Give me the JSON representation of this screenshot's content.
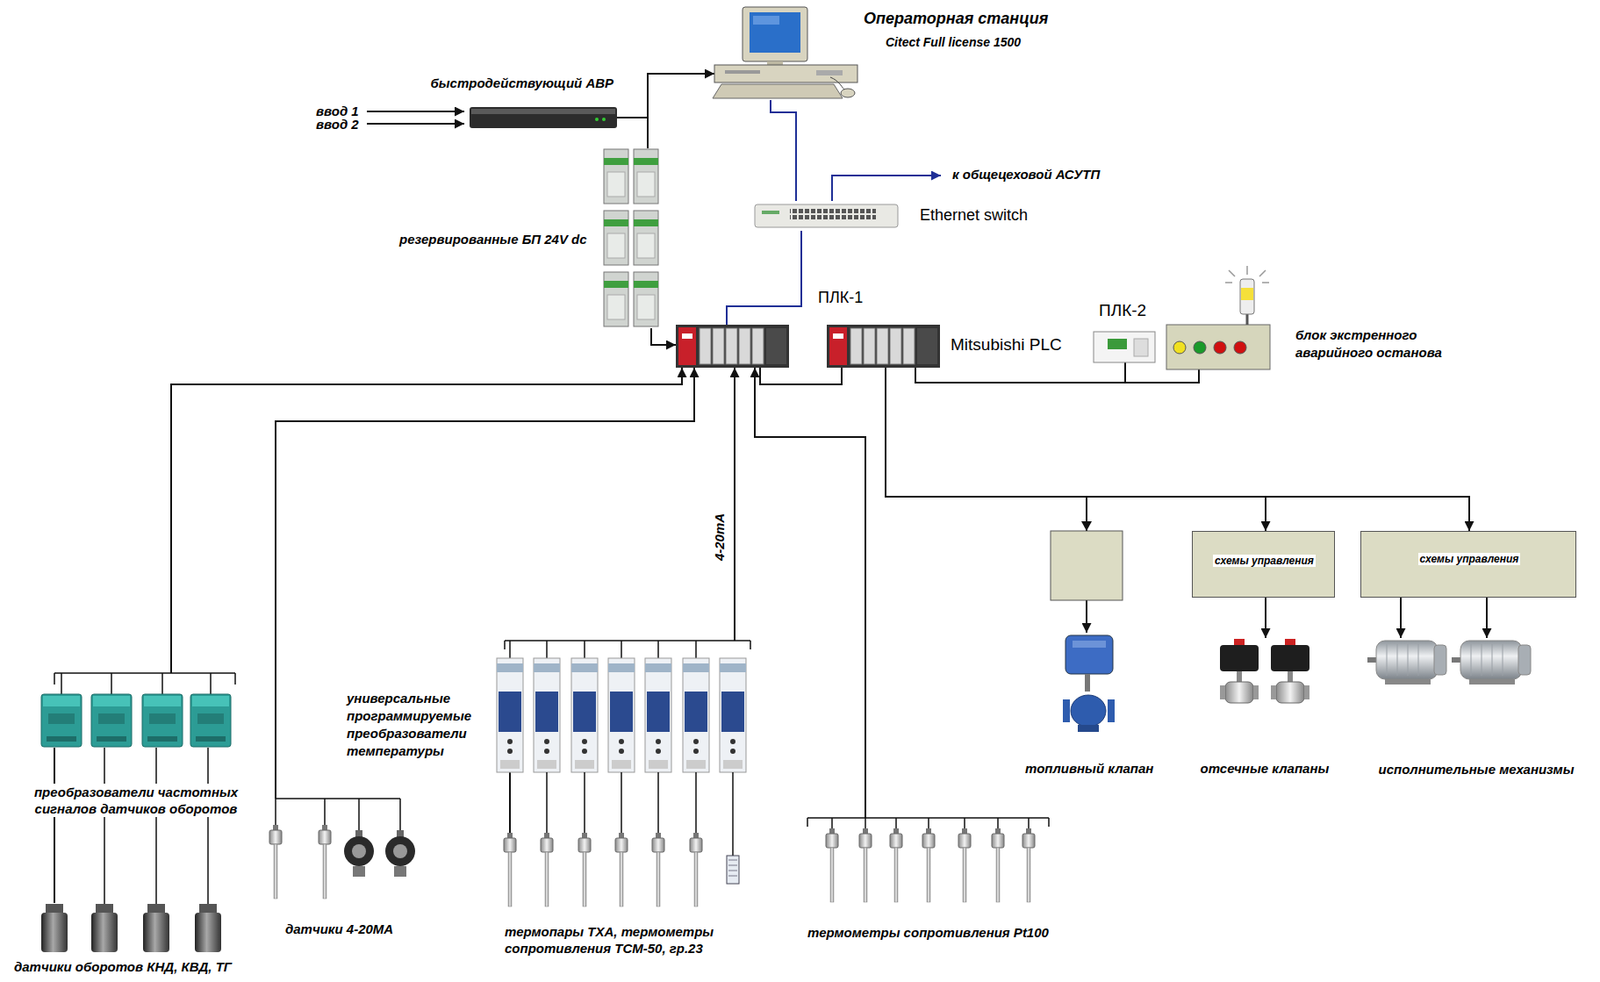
{
  "diagram": {
    "nodes": [
      {
        "text": [
          "Операторная станция",
          "Citect Full license 1500"
        ]
      },
      {
        "text": [
          "быстродействующий АВР"
        ]
      },
      {
        "text": [
          "резервированные БП 24V dc"
        ]
      },
      {
        "text": [
          "Ethernet switch"
        ]
      },
      {
        "text": [
          "ПЛК-1"
        ]
      },
      {
        "text": [
          "Mitsubishi PLC"
        ]
      },
      {
        "text": [
          "ПЛК-2"
        ]
      },
      {
        "text": [
          "блок экстренного аварийного останова"
        ]
      },
      {
        "text": [
          "преобразователи частотных сигналов датчиков оборотов"
        ]
      },
      {
        "text": [
          "датчики оборотов КНД, КВД, ТГ"
        ]
      },
      {
        "text": [
          "датчики 4-20МА"
        ]
      },
      {
        "text": [
          "универсальные программируемые преобразователи температуры"
        ]
      },
      {
        "text": [
          "термопары ТХА, термометры сопротивления ТСМ-50, гр.23"
        ]
      },
      {
        "text": [
          "термометры сопротивления Pt100"
        ]
      },
      {
        "text": [
          "схемы управления"
        ]
      },
      {
        "text": [
          "схемы управления"
        ]
      },
      {
        "text": [
          "топливный клапан"
        ]
      },
      {
        "text": [
          "отсечные клапаны"
        ]
      },
      {
        "text": [
          "исполнительные механизмы"
        ]
      }
    ],
    "edges": [
      {
        "from": 1,
        "to": 0,
        "arrow": "to"
      },
      {
        "from": 1,
        "to": 2,
        "arrow": "none"
      },
      {
        "from": 2,
        "to": 4,
        "arrow": "to"
      },
      {
        "from": 0,
        "to": 3,
        "arrow": "none"
      },
      {
        "from": 3,
        "to": 4,
        "arrow": "none"
      },
      {
        "from": 4,
        "to": 5,
        "arrow": "none"
      },
      {
        "from": 5,
        "to": 6,
        "arrow": "none"
      },
      {
        "from": 5,
        "to": 7,
        "arrow": "none"
      },
      {
        "from": 8,
        "to": 4,
        "arrow": "to"
      },
      {
        "from": 10,
        "to": 4,
        "arrow": "to"
      },
      {
        "from": 11,
        "to": 4,
        "label": "4-20mA",
        "arrow": "to"
      },
      {
        "from": 13,
        "to": 4,
        "arrow": "to"
      },
      {
        "from": 9,
        "to": 8,
        "arrow": "none"
      },
      {
        "from": 12,
        "to": 11,
        "arrow": "none"
      },
      {
        "from": 5,
        "to": 16,
        "arrow": "to"
      },
      {
        "from": 5,
        "to": 14,
        "arrow": "to"
      },
      {
        "from": 5,
        "to": 15,
        "arrow": "to"
      },
      {
        "from": 14,
        "to": 17,
        "arrow": "to"
      },
      {
        "from": 15,
        "to": 18,
        "arrow": "to"
      }
    ],
    "labels": [
      "ввод 1",
      "ввод 2",
      "к общецеховой АСУТП"
    ]
  }
}
